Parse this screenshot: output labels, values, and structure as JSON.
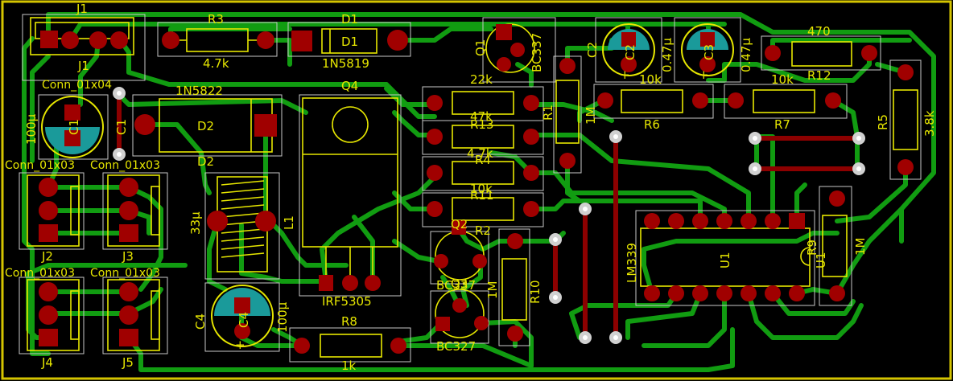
{
  "board_edge_color": "#d4c400",
  "colors": {
    "track": "#119c11",
    "pad": "#a00000",
    "silkscreen": "#e6e600",
    "jumper": "#8c0000",
    "courtyard": "#c8c8c8"
  },
  "components": {
    "J1": {
      "ref": "J1",
      "ref2": "J1",
      "value": "Conn_01x04"
    },
    "J2": {
      "ref": "J2",
      "value": "Conn_01x03"
    },
    "J3": {
      "ref": "J3",
      "value": "Conn_01x03"
    },
    "J4": {
      "ref": "J4",
      "value": "Conn_01x03"
    },
    "J5": {
      "ref": "J5",
      "value": "Conn_01x03"
    },
    "R3": {
      "ref": "R3",
      "value": "4.7k"
    },
    "D1": {
      "ref": "D1",
      "ref2": "D1",
      "value": "1N5819"
    },
    "Q1": {
      "ref": "Q1",
      "value": "BC337"
    },
    "C2": {
      "ref": "C2",
      "ref2": "C2",
      "value": "0.47µ"
    },
    "C3": {
      "ref": "C3",
      "ref2": "C3",
      "value": "0.47µ"
    },
    "R12": {
      "ref": "R12",
      "value": "470"
    },
    "C1": {
      "ref": "C1",
      "ref2": "C1",
      "value": "100µ"
    },
    "D2": {
      "ref": "D2",
      "ref2": "D2",
      "value": "1N5822"
    },
    "Q4": {
      "ref": "Q4",
      "value": "IRF5305"
    },
    "R13": {
      "ref": "R13",
      "value": "22k"
    },
    "R4": {
      "ref": "R4",
      "value": "47k"
    },
    "R11": {
      "ref": "R11",
      "value": "4.7k"
    },
    "R_10k": {
      "value": "10k"
    },
    "R1": {
      "ref": "R1",
      "value": "1M"
    },
    "R6": {
      "ref": "R6",
      "value": "10k"
    },
    "R7": {
      "ref": "R7",
      "value": "10k"
    },
    "R5": {
      "ref": "R5",
      "value": "3.8k"
    },
    "L1": {
      "ref": "L1",
      "value": "33µ"
    },
    "Q2": {
      "ref": "Q2",
      "value": "BC337"
    },
    "Q3": {
      "ref": "Q3",
      "value": "BC327"
    },
    "R2": {
      "ref": "R2"
    },
    "R10": {
      "ref": "R10",
      "value": "1M"
    },
    "U1": {
      "ref": "U1",
      "ref2": "U1",
      "value": "LM339"
    },
    "R9": {
      "ref": "R9",
      "value": "1M"
    },
    "C4": {
      "ref": "C4",
      "ref2": "C4",
      "value": "100µ"
    },
    "R8": {
      "ref": "R8",
      "value": "1k"
    }
  }
}
